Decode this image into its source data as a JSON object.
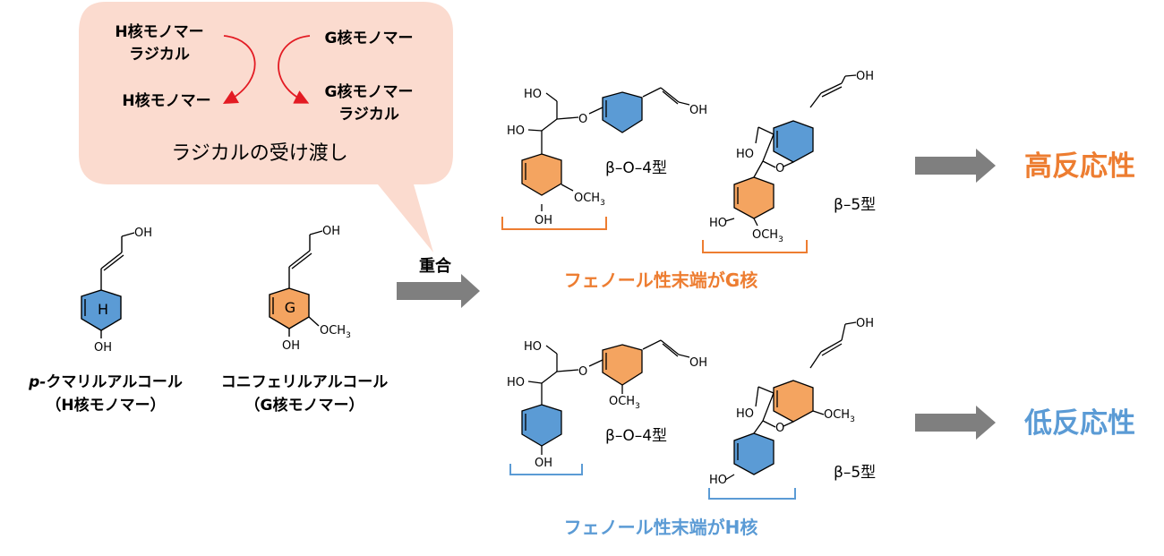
{
  "colors": {
    "callout_fill": "#FBDBCF",
    "h_unit_blue": "#5B9BD5",
    "g_unit_orange": "#F4A460",
    "orange_text": "#ED7D31",
    "blue_text": "#5B9BD5",
    "arrow_gray": "#7F7F7F",
    "radical_arrow_red": "#E31B23"
  },
  "callout": {
    "h_radical_line1": "H核モノマー",
    "h_radical_line2": "ラジカル",
    "g_monomer": "G核モノマー",
    "h_monomer": "H核モノマー",
    "g_radical_line1": "G核モノマー",
    "g_radical_line2": "ラジカル",
    "caption": "ラジカルの受け渡し"
  },
  "monomers": {
    "h": {
      "ring_label": "H",
      "oh_top": "OH",
      "oh_bottom": "OH",
      "name_prefix": "p-",
      "name_rest": "クマリルアルコール",
      "subtitle": "（H核モノマー）"
    },
    "g": {
      "ring_label": "G",
      "oh_top": "OH",
      "oh_bottom": "OH",
      "och3_main": "OCH",
      "och3_sub": "3",
      "name": "コニフェリルアルコール",
      "subtitle": "（G核モノマー）"
    }
  },
  "polymerization_label": "重合",
  "structures": {
    "top_bo4": {
      "ho_top": "HO",
      "ho_mid": "HO",
      "oh_right": "OH",
      "ether_o": "O",
      "och3_main": "OCH",
      "och3_sub": "3",
      "oh_bottom": "OH",
      "type_label": "β–O–4型"
    },
    "top_b5": {
      "oh_top": "OH",
      "ho_left": "HO",
      "ring_o": "O",
      "ho_ring": "HO",
      "och3_main": "OCH",
      "och3_sub": "3",
      "type_label": "β–5型"
    },
    "bottom_bo4": {
      "ho_top": "HO",
      "ho_mid": "HO",
      "oh_right": "OH",
      "ether_o": "O",
      "och3_main": "OCH",
      "och3_sub": "3",
      "oh_bottom": "OH",
      "type_label": "β–O–4型"
    },
    "bottom_b5": {
      "oh_top": "OH",
      "ho_left": "HO",
      "ring_o": "O",
      "och3_main": "OCH",
      "och3_sub": "3",
      "ho_ring": "HO",
      "type_label": "β–5型"
    }
  },
  "group_labels": {
    "g_end": "フェノール性末端がG核",
    "h_end": "フェノール性末端がH核"
  },
  "outcomes": {
    "high": "高反応性",
    "low": "低反応性"
  }
}
